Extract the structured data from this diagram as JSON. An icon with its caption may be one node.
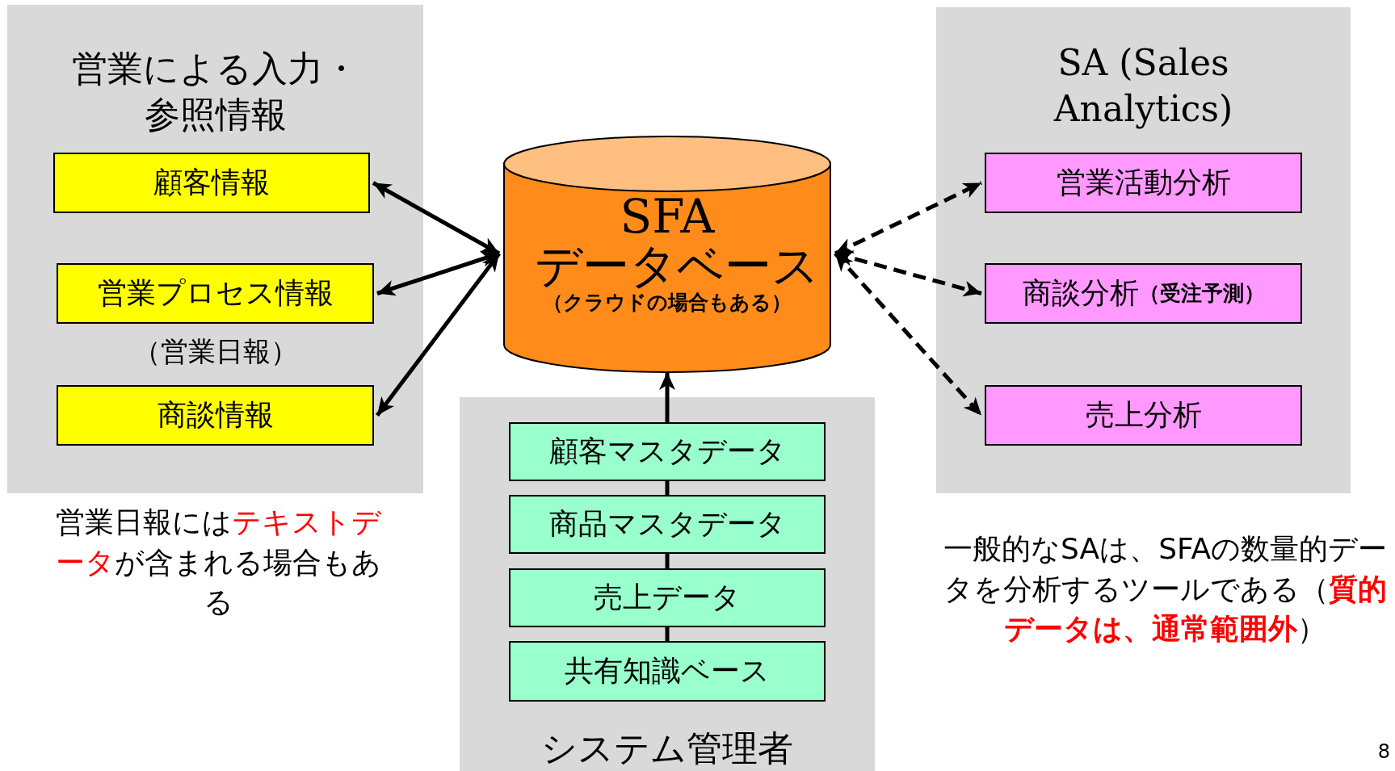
{
  "diagram": {
    "nodes": [
      {
        "text": [
          "営業による入力・参照情報"
        ]
      },
      {
        "text": [
          "顧客情報"
        ],
        "in": 0
      },
      {
        "text": [
          "営業プロセス情報"
        ],
        "in": 0,
        "beside": [
          "（営業日報）"
        ]
      },
      {
        "text": [
          "商談情報"
        ],
        "in": 0
      },
      {
        "text": [
          "SFA データベース",
          "（クラウドの場合もある）"
        ]
      },
      {
        "text": [
          "SA (Sales Analytics)"
        ]
      },
      {
        "text": [
          "営業活動分析"
        ],
        "in": 5
      },
      {
        "text": [
          "商談分析",
          "（受注予測）"
        ],
        "in": 5
      },
      {
        "text": [
          "売上分析"
        ],
        "in": 5
      },
      {
        "text": [
          "システム管理者"
        ]
      },
      {
        "text": [
          "顧客マスタデータ"
        ],
        "in": 9
      },
      {
        "text": [
          "商品マスタデータ"
        ],
        "in": 9
      },
      {
        "text": [
          "売上データ"
        ],
        "in": 9
      },
      {
        "text": [
          "共有知識ベース"
        ],
        "in": 9
      }
    ],
    "edges": [
      {
        "from": 1,
        "to": 4,
        "arrow": "both"
      },
      {
        "from": 2,
        "to": 4,
        "arrow": "both"
      },
      {
        "from": 3,
        "to": 4,
        "arrow": "both"
      },
      {
        "from": 4,
        "to": 6,
        "arrow": "both",
        "style": "dashed"
      },
      {
        "from": 4,
        "to": 7,
        "arrow": "both",
        "style": "dashed"
      },
      {
        "from": 4,
        "to": 8,
        "arrow": "both",
        "style": "dashed"
      },
      {
        "from": 10,
        "to": 4,
        "arrow": "to"
      },
      {
        "from": 11,
        "to": 10,
        "arrow": "none"
      },
      {
        "from": 12,
        "to": 11,
        "arrow": "none"
      },
      {
        "from": 13,
        "to": 12,
        "arrow": "none"
      }
    ],
    "labels": [
      "営業日報には**テキストデータ**が含まれる場合もある",
      "一般的なSAは、SFAの数量的データを分析するツールである（**質的データは、通常範囲外**）",
      "8"
    ]
  }
}
